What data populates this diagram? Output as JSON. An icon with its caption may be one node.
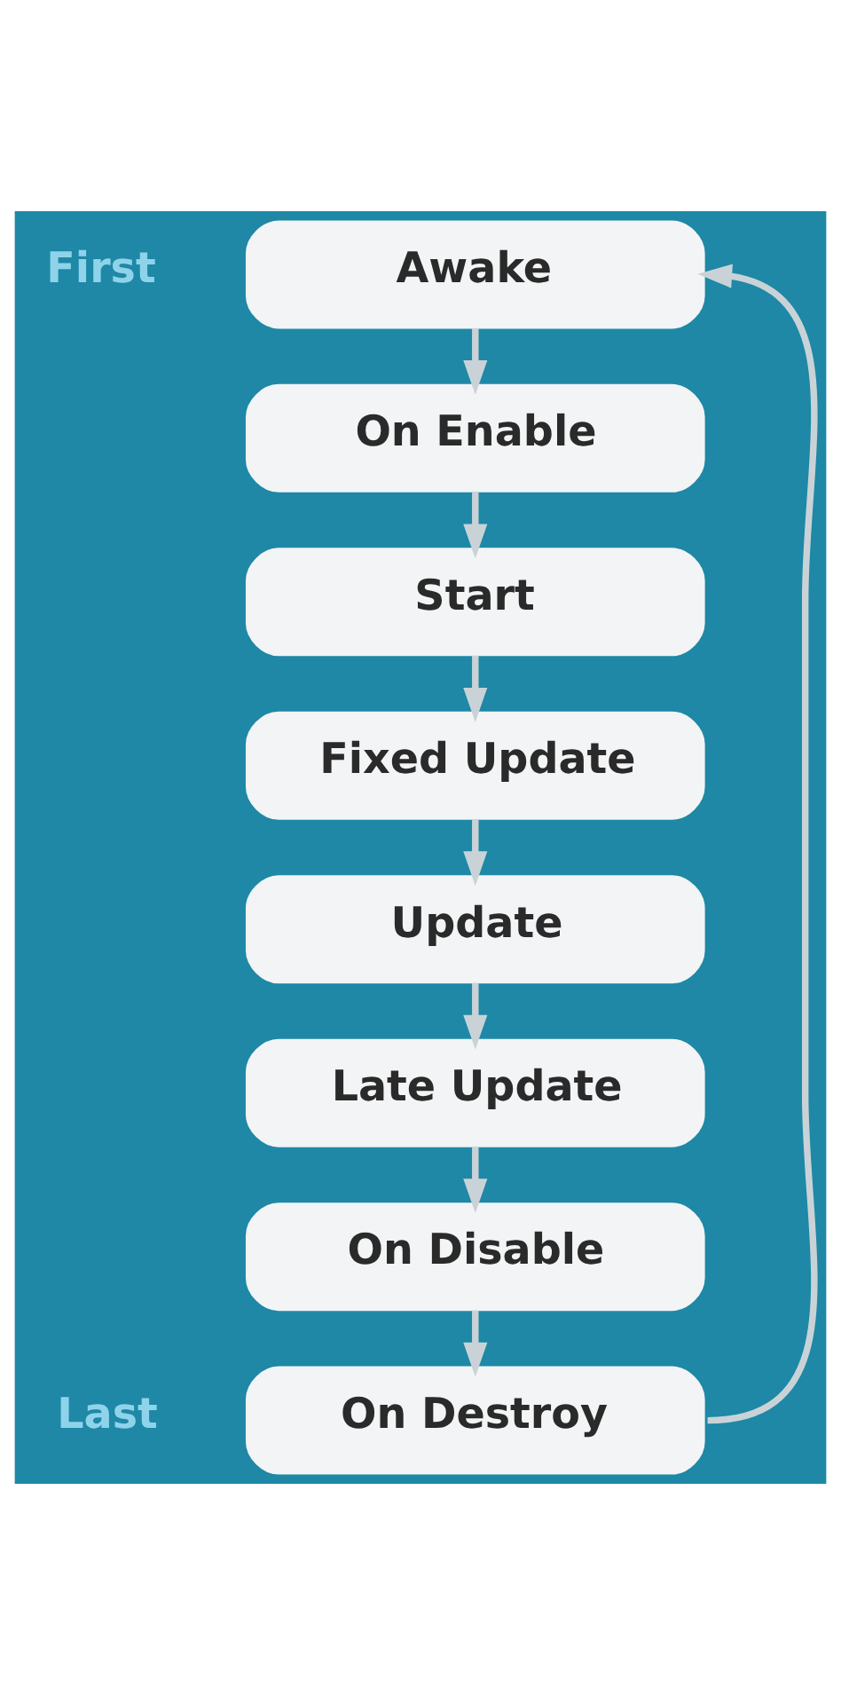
{
  "diagram": {
    "nodes": [
      {
        "text": [
          "Awake"
        ],
        "beside": [
          "First"
        ]
      },
      {
        "text": [
          "On Enable"
        ]
      },
      {
        "text": [
          "Start"
        ]
      },
      {
        "text": [
          "Fixed Update"
        ]
      },
      {
        "text": [
          "Update"
        ]
      },
      {
        "text": [
          "Late Update"
        ]
      },
      {
        "text": [
          "On Disable"
        ]
      },
      {
        "text": [
          "On Destroy"
        ],
        "beside": [
          "Last"
        ]
      }
    ],
    "edges": [
      {
        "from": 0,
        "to": 1,
        "arrow": "to"
      },
      {
        "from": 1,
        "to": 2,
        "arrow": "to"
      },
      {
        "from": 2,
        "to": 3,
        "arrow": "to"
      },
      {
        "from": 3,
        "to": 4,
        "arrow": "to"
      },
      {
        "from": 4,
        "to": 5,
        "arrow": "to"
      },
      {
        "from": 5,
        "to": 6,
        "arrow": "to"
      },
      {
        "from": 6,
        "to": 7,
        "arrow": "to"
      },
      {
        "from": 7,
        "to": 0,
        "arrow": "to"
      }
    ]
  }
}
